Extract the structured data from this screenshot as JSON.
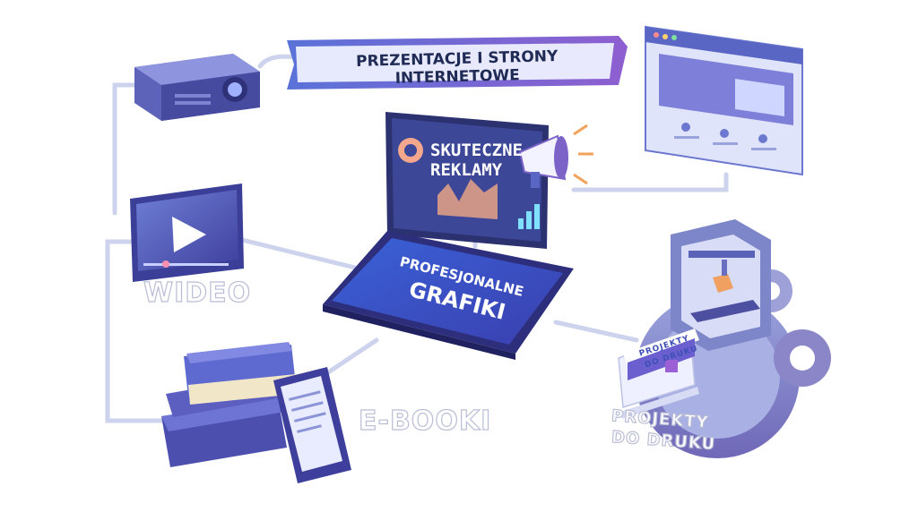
{
  "banner": {
    "text": "PREZENTACJE I STRONY INTERNETOWE"
  },
  "center": {
    "line1": "PROFESJONALNE",
    "line2": "GRAFIKI"
  },
  "ads": {
    "line1": "SKUTECZNE",
    "line2": "REKLAMY"
  },
  "labels": {
    "video": "WIDEO",
    "ebooks": "E-BOOKI",
    "print_line1": "PROJEKTY",
    "print_line2": "DO DRUKU",
    "print_book_line1": "PROJEKTY",
    "print_book_line2": "DO DRUKU"
  },
  "colors": {
    "primary": "#3f4fb8",
    "accent": "#7a55c9",
    "screen": "#4b63d6",
    "connector": "#c5cde8"
  },
  "icons": [
    "projector-icon",
    "video-player-icon",
    "play-icon",
    "browser-window-icon",
    "megaphone-icon",
    "books-icon",
    "ereader-icon",
    "3d-printer-icon",
    "gear-icon",
    "print-magazine-icon"
  ]
}
